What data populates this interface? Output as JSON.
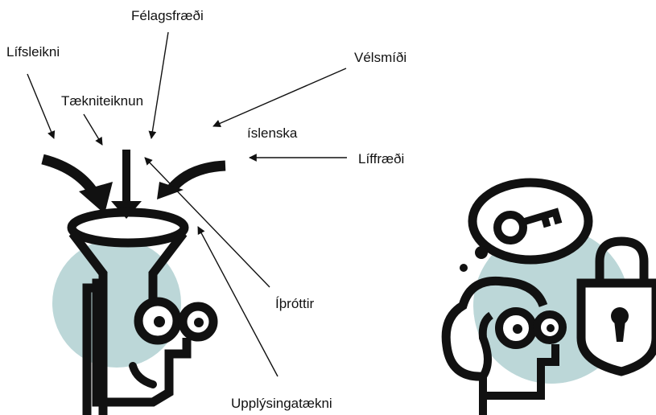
{
  "labels": {
    "felagsfraedi": "Félagsfræði",
    "lifsleikni": "Lífsleikni",
    "velsmidi": "Vélsmíði",
    "taekniteiknun": "Tækniteiknun",
    "islenska": "íslenska",
    "liffraedi": "Líffræði",
    "ithrottir": "Íþróttir",
    "upplysingataekni": "Upplýsingatækni"
  },
  "colors": {
    "ink": "#111111",
    "blob": "#bcd7d8",
    "background": "#ffffff"
  },
  "icons": [
    "funnel-head-icon",
    "key-thought-bubble-icon",
    "padlock-icon",
    "person-head-icon"
  ]
}
